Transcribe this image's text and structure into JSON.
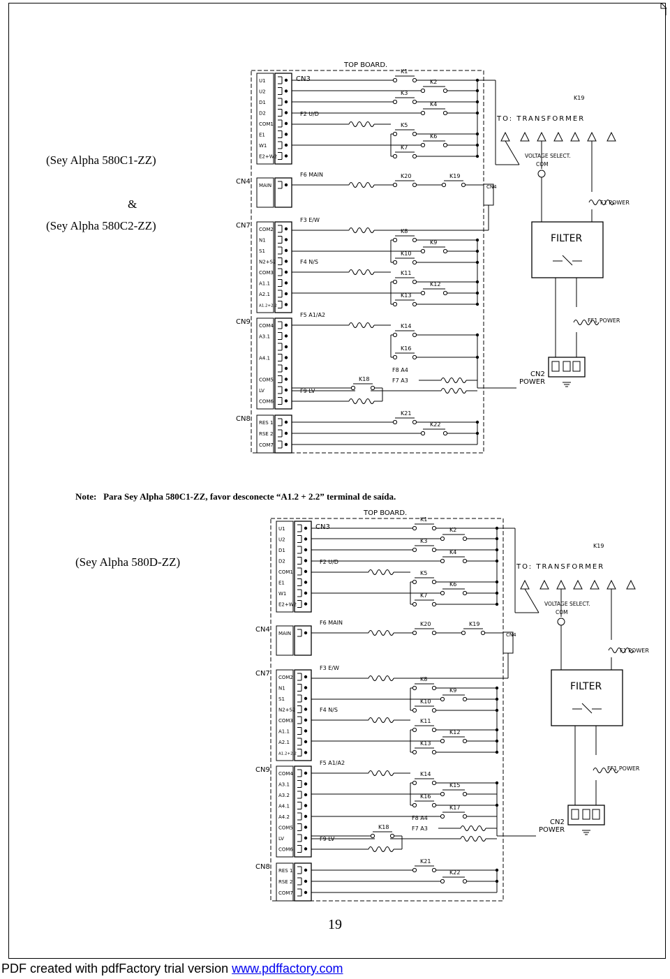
{
  "labels": {
    "model1": "(Sey Alpha 580C1-ZZ)",
    "amp": "&",
    "model2": "(Sey Alpha 580C2-ZZ)",
    "model3": "(Sey Alpha 580D-ZZ)",
    "note_label": "Note:",
    "note_text": "Para Sey Alpha 580C1-ZZ, favor desconecte “A1.2 + 2.2” terminal de saída.",
    "page_number": "19",
    "footer_text": "PDF created with pdfFactory trial version ",
    "footer_link": "www.pdffactory.com"
  },
  "schematic_top": {
    "board_title": "TOP BOARD.",
    "cn3": {
      "label": "CN3",
      "pins": [
        "U1",
        "U2",
        "D1",
        "D2",
        "COM1",
        "E1",
        "W1",
        "E2+W2"
      ]
    },
    "cn4": {
      "label": "CN4",
      "pins": [
        "MAIN"
      ]
    },
    "cn7": {
      "label": "CN7",
      "pins": [
        "COM2",
        "N1",
        "S1",
        "N2+S2",
        "COM3",
        "A1.1",
        "A2.1",
        "A1.2+2.2"
      ]
    },
    "cn9": {
      "label": "CN9",
      "pins": [
        "COM4",
        "A3.1",
        "",
        "A4.1",
        "",
        "COM5",
        "LV",
        "COM6"
      ]
    },
    "cn8": {
      "label": "CN8",
      "pins": [
        "RES 1",
        "RSE 2",
        "COM7"
      ]
    },
    "fuses": [
      "F2 U/D",
      "F6 MAIN",
      "F3 E/W",
      "F4 N/S",
      "F5 A1/A2",
      "F8 A4",
      "F7 A3",
      "F9 LV"
    ],
    "relays_a": [
      "K1",
      "K3",
      "K5",
      "K7",
      "K20",
      "K8",
      "K10",
      "K11",
      "K13",
      "K14",
      "K16",
      "K18",
      "K21"
    ],
    "relays_b": [
      "K2",
      "K4",
      "K6",
      "K19",
      "K9",
      "K12",
      "K22"
    ],
    "right": {
      "k19": "K19",
      "transformer": "TO: TRANSFORMER",
      "voltage_select": "VOLTAGE SELECT.",
      "com": "COM",
      "f1": "F1 POWER",
      "filter": "FILTER",
      "ff1": "FF1 POWER",
      "cn2": "CN2",
      "power": "POWER",
      "cn4_conn": "CN4"
    }
  },
  "schematic_bottom": {
    "board_title": "TOP BOARD.",
    "cn3": {
      "label": "CN3",
      "pins": [
        "U1",
        "U2",
        "D1",
        "D2",
        "COM1",
        "E1",
        "W1",
        "E2+W2"
      ]
    },
    "cn4": {
      "label": "CN4",
      "pins": [
        "MAIN"
      ]
    },
    "cn7": {
      "label": "CN7",
      "pins": [
        "COM2",
        "N1",
        "S1",
        "N2+S2",
        "COM3",
        "A1.1",
        "A2.1",
        "A1.2+2.2"
      ]
    },
    "cn9": {
      "label": "CN9",
      "pins": [
        "COM4",
        "A3.1",
        "A3.2",
        "A4.1",
        "A4.2",
        "COM5",
        "LV",
        "COM6"
      ]
    },
    "cn8": {
      "label": "CN8",
      "pins": [
        "RES 1",
        "RSE 2",
        "COM7"
      ]
    },
    "fuses": [
      "F2 U/D",
      "F6 MAIN",
      "F3 E/W",
      "F4 N/S",
      "F5 A1/A2",
      "F8 A4",
      "F7 A3",
      "F9 LV"
    ],
    "relays_a": [
      "K1",
      "K3",
      "K5",
      "K7",
      "K20",
      "K8",
      "K10",
      "K11",
      "K13",
      "K14",
      "K16",
      "K18",
      "K21"
    ],
    "relays_b": [
      "K2",
      "K4",
      "K6",
      "K19",
      "K9",
      "K12",
      "K15",
      "K17",
      "K22"
    ],
    "right": {
      "k19": "K19",
      "transformer": "TO: TRANSFORMER",
      "voltage_select": "VOLTAGE SELECT.",
      "com": "COM",
      "f1": "F1 POWER",
      "filter": "FILTER",
      "ff1": "FF1 POWER",
      "cn2": "CN2",
      "power": "POWER",
      "cn4_conn": "CN4"
    }
  }
}
